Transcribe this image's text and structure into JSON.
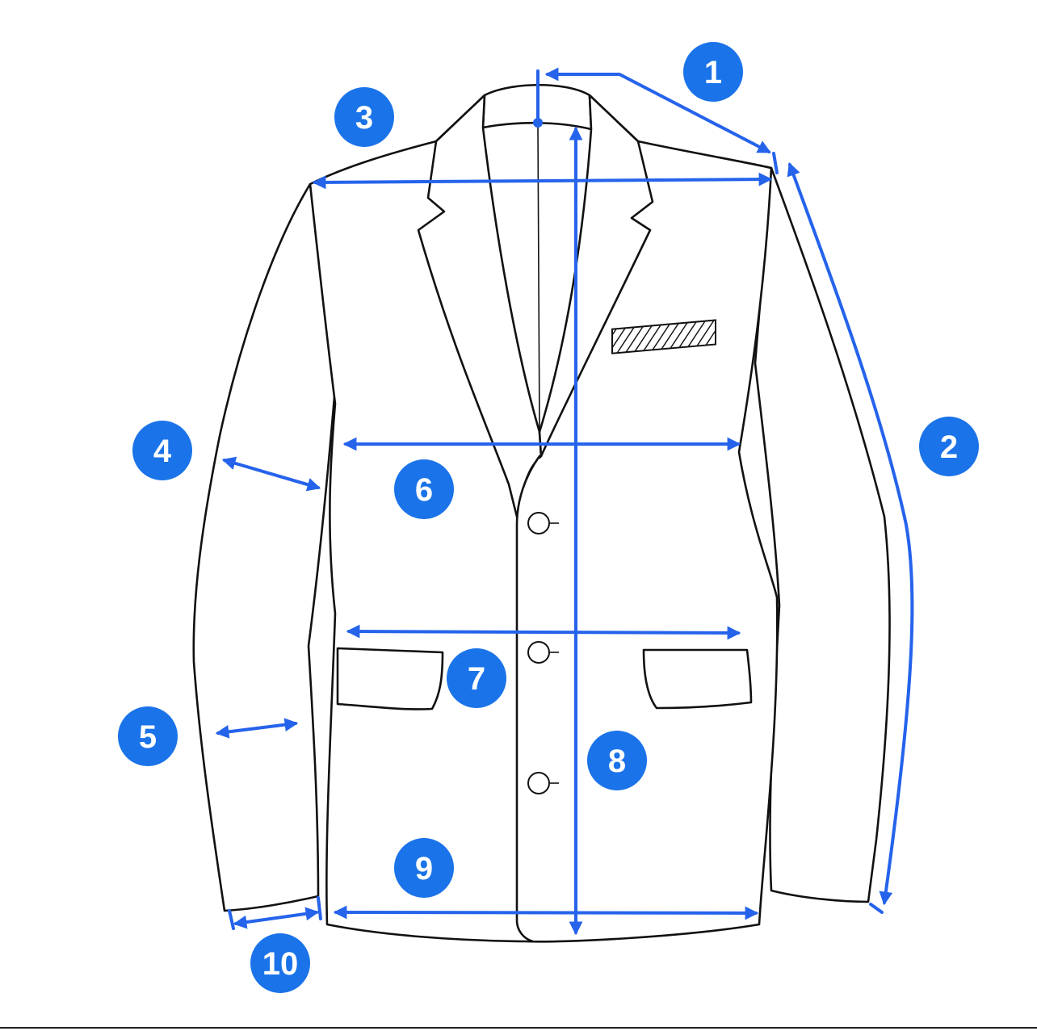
{
  "colors": {
    "accent": "#2563eb",
    "badge": "#1a73e8",
    "outline": "#111111"
  },
  "badges": [
    {
      "id": "1",
      "label": "1"
    },
    {
      "id": "2",
      "label": "2"
    },
    {
      "id": "3",
      "label": "3"
    },
    {
      "id": "4",
      "label": "4"
    },
    {
      "id": "5",
      "label": "5"
    },
    {
      "id": "6",
      "label": "6"
    },
    {
      "id": "7",
      "label": "7"
    },
    {
      "id": "8",
      "label": "8"
    },
    {
      "id": "9",
      "label": "9"
    },
    {
      "id": "10",
      "label": "10"
    }
  ]
}
